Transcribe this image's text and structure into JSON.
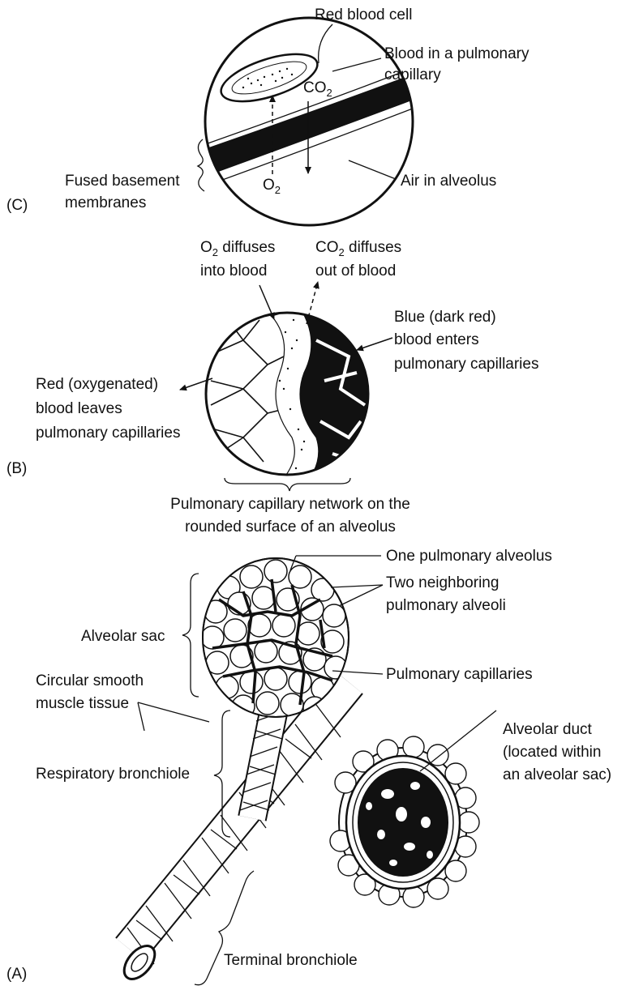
{
  "panel_c": {
    "letter": "(C)",
    "red_blood_cell": "Red blood cell",
    "blood_capillary_1": "Blood in a pulmonary",
    "blood_capillary_2": "capillary",
    "co2": "CO",
    "co2_sub": "2",
    "o2": "O",
    "o2_sub": "2",
    "fused_1": "Fused basement",
    "fused_2": "membranes",
    "air": "Air in alveolus"
  },
  "panel_b": {
    "letter": "(B)",
    "o2_diff_1_main": "O",
    "o2_diff_1_sub": "2",
    "o2_diff_1_rest": " diffuses",
    "o2_diff_2": "into blood",
    "co2_diff_1_main": "CO",
    "co2_diff_1_sub": "2",
    "co2_diff_1_rest": " diffuses",
    "co2_diff_2": "out of blood",
    "blue_1": "Blue (dark red)",
    "blue_2": "blood enters",
    "blue_3": "pulmonary capillaries",
    "red_1": "Red (oxygenated)",
    "red_2": "blood leaves",
    "red_3": "pulmonary capillaries",
    "network_1": "Pulmonary capillary network on the",
    "network_2": "rounded surface of an alveolus"
  },
  "panel_a": {
    "letter": "(A)",
    "one_alveolus": "One pulmonary alveolus",
    "two_neighbor_1": "Two neighboring",
    "two_neighbor_2": "pulmonary alveoli",
    "alveolar_sac": "Alveolar sac",
    "pulmonary_capillaries": "Pulmonary capillaries",
    "alveolar_duct_1": "Alveolar duct",
    "alveolar_duct_2": "(located within",
    "alveolar_duct_3": "an alveolar sac)",
    "respiratory_bronchiole": "Respiratory bronchiole",
    "circular_1": "Circular smooth",
    "circular_2": "muscle tissue",
    "terminal_bronchiole": "Terminal bronchiole"
  }
}
